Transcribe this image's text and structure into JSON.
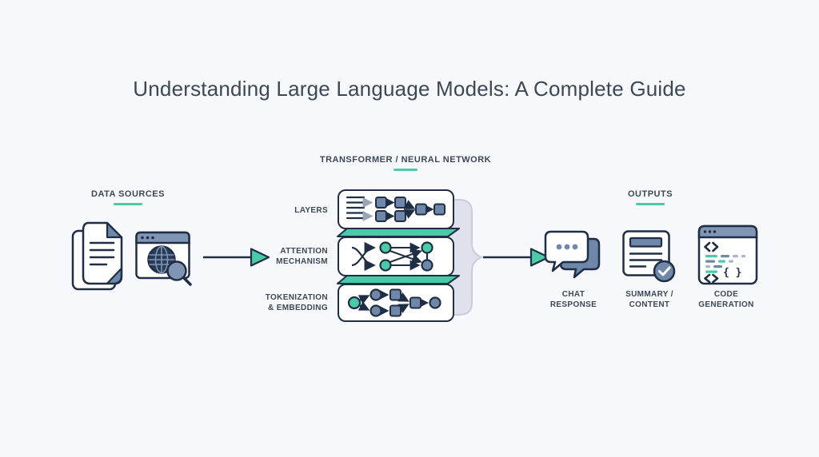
{
  "title": "Understanding Large Language Models: A Complete Guide",
  "data_sources": {
    "heading": "DATA SOURCES",
    "icons": [
      "stacked-documents-icon",
      "web-browser-search-icon"
    ]
  },
  "transformer": {
    "heading": "TRANSFORMER / NEURAL NETWORK",
    "layers": [
      {
        "lines": [
          "LAYERS"
        ]
      },
      {
        "lines": [
          "ATTENTION",
          "MECHANISM"
        ]
      },
      {
        "lines": [
          "TOKENIZATION",
          "& EMBEDDING"
        ]
      }
    ]
  },
  "outputs": {
    "heading": "OUTPUTS",
    "items": [
      {
        "lines": [
          "CHAT",
          "RESPONSE"
        ],
        "icon": "chat-bubbles-icon"
      },
      {
        "lines": [
          "SUMMARY /",
          "CONTENT"
        ],
        "icon": "summary-document-icon"
      },
      {
        "lines": [
          "CODE",
          "GENERATION"
        ],
        "icon": "code-window-icon"
      }
    ]
  },
  "colors": {
    "background": "#f7f8fb",
    "outline_navy": "#1f2e44",
    "fill_blue_gray": "#6f87a8",
    "titlebar_blue_gray": "#8095b4",
    "accent_teal": "#49cba8",
    "bracket_fill": "#dfe2ec",
    "text": "#3e4855"
  }
}
